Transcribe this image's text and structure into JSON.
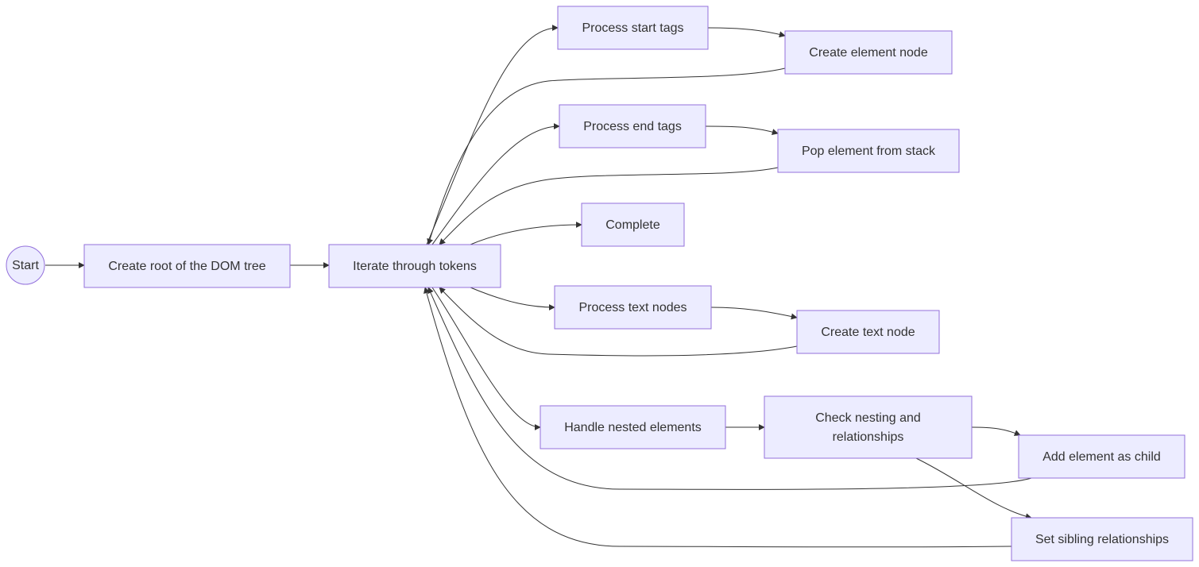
{
  "diagram": {
    "nodes": {
      "start": "Start",
      "create_root": "Create root of the DOM tree",
      "iterate": "Iterate through tokens",
      "process_start": "Process start tags",
      "create_element": "Create element node",
      "process_end": "Process end tags",
      "pop_element": "Pop element from stack",
      "complete": "Complete",
      "process_text": "Process text nodes",
      "create_text": "Create text node",
      "handle_nested": "Handle nested elements",
      "check_nesting_line1": "Check nesting and",
      "check_nesting_line2": "relationships",
      "add_child": "Add element as child",
      "set_sibling": "Set sibling relationships"
    },
    "edges": [
      {
        "from": "start",
        "to": "create_root"
      },
      {
        "from": "create_root",
        "to": "iterate"
      },
      {
        "from": "iterate",
        "to": "process_start"
      },
      {
        "from": "process_start",
        "to": "create_element"
      },
      {
        "from": "create_element",
        "to": "iterate"
      },
      {
        "from": "iterate",
        "to": "process_end"
      },
      {
        "from": "process_end",
        "to": "pop_element"
      },
      {
        "from": "pop_element",
        "to": "iterate"
      },
      {
        "from": "iterate",
        "to": "complete"
      },
      {
        "from": "iterate",
        "to": "process_text"
      },
      {
        "from": "process_text",
        "to": "create_text"
      },
      {
        "from": "create_text",
        "to": "iterate"
      },
      {
        "from": "iterate",
        "to": "handle_nested"
      },
      {
        "from": "handle_nested",
        "to": "check_nesting"
      },
      {
        "from": "check_nesting",
        "to": "add_child"
      },
      {
        "from": "check_nesting",
        "to": "set_sibling"
      },
      {
        "from": "add_child",
        "to": "iterate"
      },
      {
        "from": "set_sibling",
        "to": "iterate"
      }
    ],
    "colors": {
      "node_fill": "#ECECFF",
      "node_stroke": "#9370DB",
      "edge": "#333333",
      "text": "#333333"
    }
  }
}
